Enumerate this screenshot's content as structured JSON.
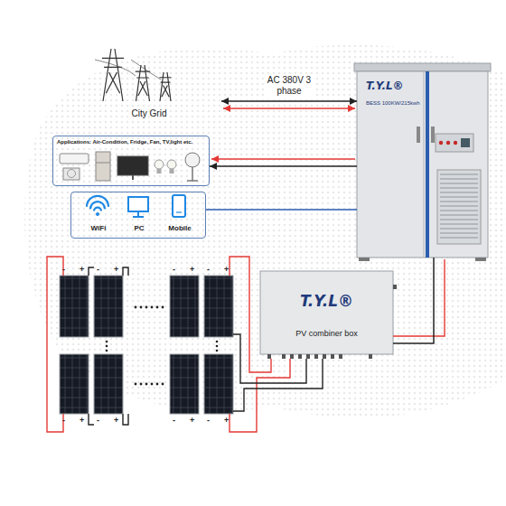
{
  "diagram": {
    "nodes": [
      {
        "text": [
          "City Grid"
        ]
      },
      {
        "text": [
          "Applications: Air-Condition, Fridge, Fan, TV,light etc."
        ]
      },
      {
        "text": [
          "WiFi",
          "PC",
          "Mobile"
        ]
      },
      {
        "text": [
          "T.Y.L®",
          "BESS 100KW/215kwh"
        ]
      },
      {
        "text": [
          "T.Y.L®",
          "PV combiner box"
        ]
      }
    ],
    "edges": [
      {
        "from": 0,
        "to": 3,
        "label": "AC 380V 3 phase",
        "arrow": "both"
      },
      {
        "from": 3,
        "to": 1,
        "arrow": "to"
      },
      {
        "from": 2,
        "to": 3,
        "arrow": "none"
      },
      {
        "from": 4,
        "to": 3,
        "arrow": "none"
      }
    ],
    "labels": [
      "-",
      "+",
      "-",
      "+",
      "-",
      "+",
      "-",
      "+",
      "-",
      "+",
      "-",
      "+",
      "-",
      "+",
      "-",
      "+"
    ]
  }
}
